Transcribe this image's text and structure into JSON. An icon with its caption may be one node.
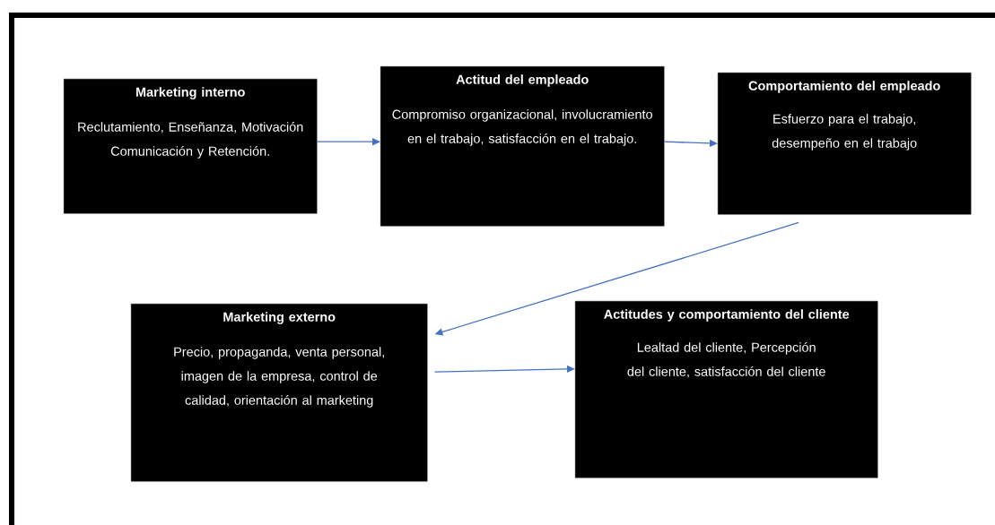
{
  "diagram": {
    "nodes": [
      {
        "text": [
          "Marketing interno",
          "Reclutamiento, Enseñanza, Motivación Comunicación y Retención."
        ]
      },
      {
        "text": [
          "Actitud del empleado",
          "Compromiso organizacional, involucramiento en el trabajo, satisfacción en el trabajo."
        ]
      },
      {
        "text": [
          "Comportamiento del empleado",
          "Esfuerzo para el trabajo, desempeño en el trabajo"
        ]
      },
      {
        "text": [
          "Marketing externo",
          "Precio, propaganda, venta personal, imagen de la empresa, control de calidad, orientación al marketing"
        ]
      },
      {
        "text": [
          "Actitudes y comportamiento del cliente",
          "Lealtad del cliente, Percepción del cliente, satisfacción del cliente"
        ]
      }
    ],
    "edges": [
      {
        "from": 0,
        "to": 1,
        "arrow": "to"
      },
      {
        "from": 1,
        "to": 2,
        "arrow": "to"
      },
      {
        "from": 2,
        "to": 3,
        "arrow": "to"
      },
      {
        "from": 3,
        "to": 4,
        "arrow": "to"
      }
    ]
  }
}
